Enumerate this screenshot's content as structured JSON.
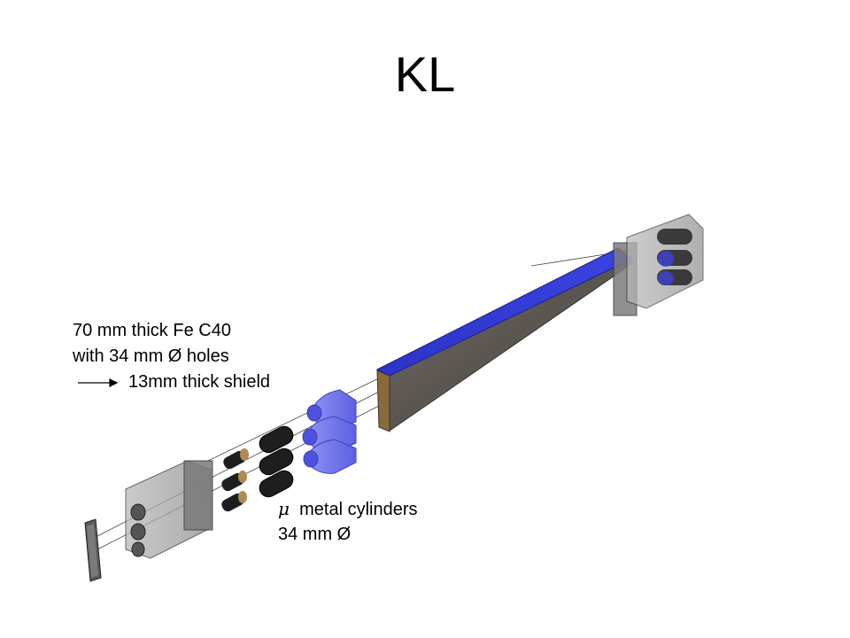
{
  "title": "KL",
  "annotations": {
    "shield_line1": "70 mm thick Fe C40",
    "shield_line2": "with 34 mm Ø holes",
    "shield_line3": "13mm thick shield",
    "mu_symbol": "μ",
    "cylinders_line1": "metal cylinders",
    "cylinders_line2": "34 mm Ø"
  },
  "colors": {
    "bar_face": "#5f5a55",
    "bar_top": "#3a3fd6",
    "light_guide": "#6b6fe8",
    "end_cap": "#8a8a8a",
    "copper_face": "#8a6a3a"
  }
}
